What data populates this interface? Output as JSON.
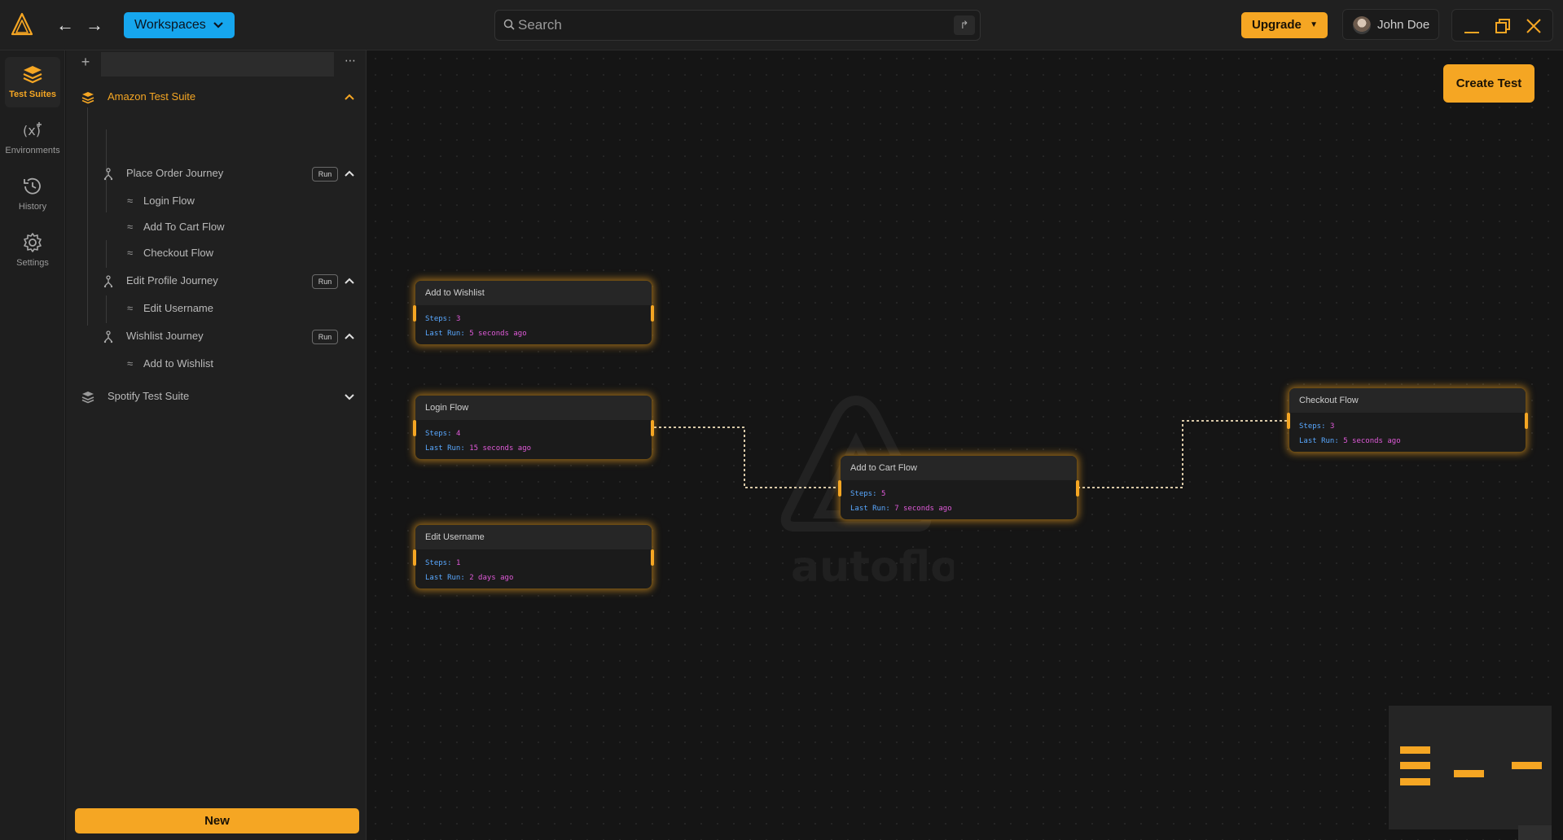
{
  "header": {
    "workspaces_label": "Workspaces",
    "search_placeholder": "Search",
    "upgrade_label": "Upgrade",
    "user_name": "John Doe"
  },
  "rail": {
    "items": [
      {
        "label": "Test Suites",
        "icon": "layers-icon",
        "active": true
      },
      {
        "label": "Environments",
        "icon": "variable-icon",
        "active": false
      },
      {
        "label": "History",
        "icon": "history-icon",
        "active": false
      },
      {
        "label": "Settings",
        "icon": "gear-icon",
        "active": false
      }
    ]
  },
  "tree": {
    "suites": [
      {
        "name": "Amazon Test Suite",
        "expanded": true,
        "journeys": [
          {
            "name": "Place Order Journey",
            "run_label": "Run",
            "flows": [
              "Login Flow",
              "Add To Cart Flow",
              "Checkout Flow"
            ]
          },
          {
            "name": "Edit Profile Journey",
            "run_label": "Run",
            "flows": [
              "Edit Username"
            ]
          },
          {
            "name": "Wishlist Journey",
            "run_label": "Run",
            "flows": [
              "Add to Wishlist"
            ]
          }
        ]
      },
      {
        "name": "Spotify Test Suite",
        "expanded": false,
        "journeys": []
      }
    ],
    "new_label": "New"
  },
  "canvas": {
    "create_label": "Create Test",
    "steps_key": "Steps:",
    "last_run_key": "Last Run:",
    "nodes": [
      {
        "title": "Add to Wishlist",
        "steps": "3",
        "last_run": "5 seconds ago"
      },
      {
        "title": "Login Flow",
        "steps": "4",
        "last_run": "15 seconds ago"
      },
      {
        "title": "Edit Username",
        "steps": "1",
        "last_run": "2 days ago"
      },
      {
        "title": "Add to Cart Flow",
        "steps": "5",
        "last_run": "7 seconds ago"
      },
      {
        "title": "Checkout Flow",
        "steps": "3",
        "last_run": "5 seconds ago"
      }
    ]
  },
  "colors": {
    "accent": "#f5a623",
    "workspace_button": "#16a6ee",
    "key_text": "#59a8ff",
    "value_text": "#e05ad9"
  }
}
